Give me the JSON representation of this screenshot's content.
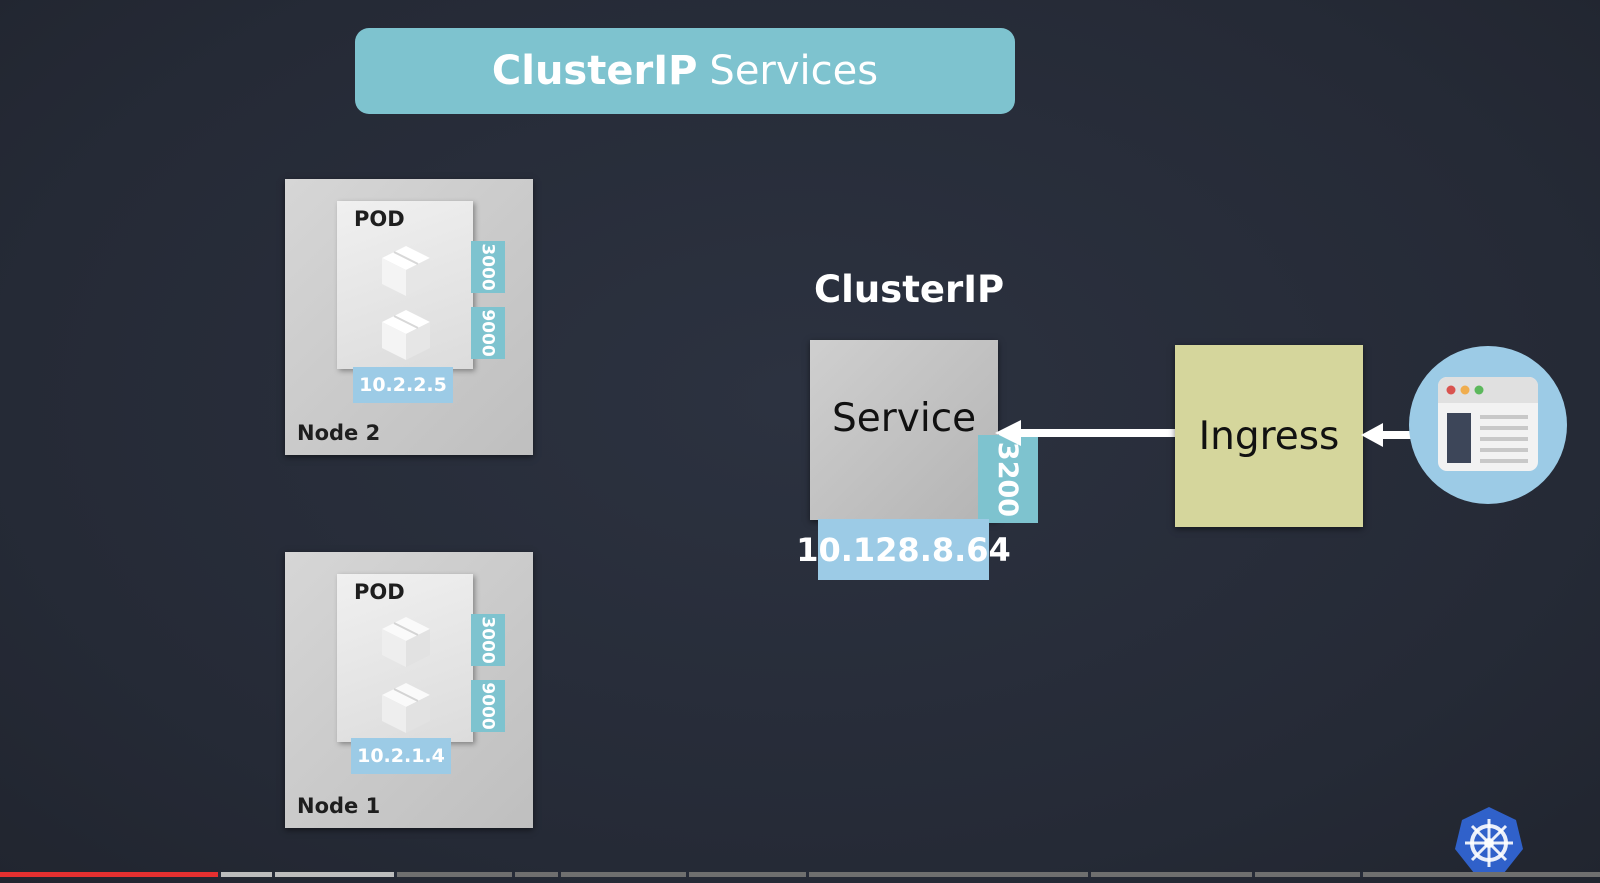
{
  "title": {
    "strong": "ClusterIP",
    "rest": "Services"
  },
  "nodes": [
    {
      "label": "Node 2",
      "pod_label": "POD",
      "ports": [
        "3000",
        "9000"
      ],
      "ip": "10.2.2.5"
    },
    {
      "label": "Node 1",
      "pod_label": "POD",
      "ports": [
        "3000",
        "9000"
      ],
      "ip": "10.2.1.4"
    }
  ],
  "service": {
    "heading": "ClusterIP",
    "label": "Service",
    "port": "3200",
    "ip": "10.128.8.64"
  },
  "ingress": {
    "label": "Ingress"
  },
  "colors": {
    "background": "#262b38",
    "title_banner": "#7ec3cf",
    "port_tag": "#7ec3cf",
    "ip_tag": "#9ccbe6",
    "ingress": "#d5d69c",
    "service": "#c4c4c4",
    "kubernetes_logo": "#326ce5",
    "progress_played": "#e53030"
  },
  "icons": {
    "container": "container-box-icon",
    "browser": "browser-window-icon",
    "logo": "kubernetes-logo-icon",
    "arrow": "arrow-left-icon"
  },
  "player": {
    "progress_fraction": 0.136
  }
}
